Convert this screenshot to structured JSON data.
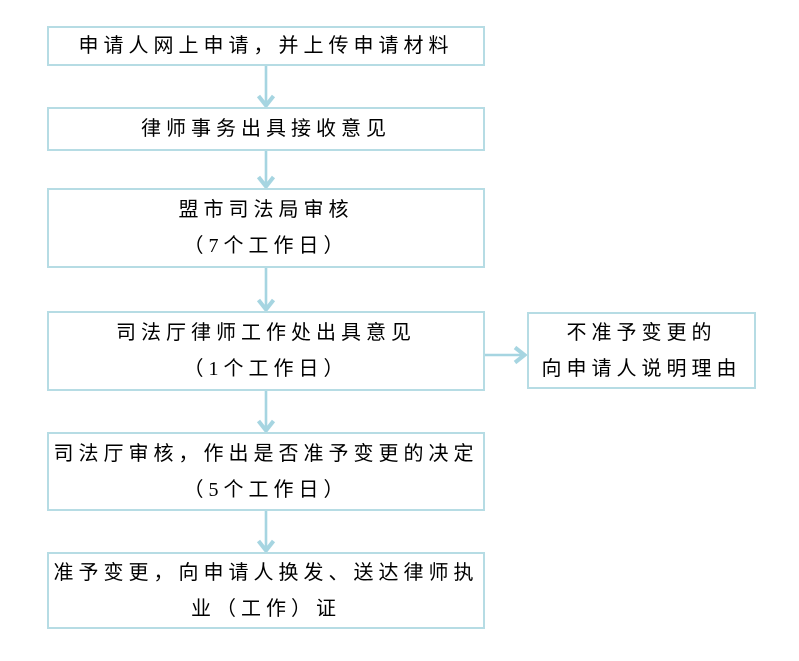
{
  "colors": {
    "box_border": "#b6dce4",
    "arrow": "#a6d5e1",
    "text": "#000000",
    "background": "#ffffff"
  },
  "flowchart": {
    "steps": [
      {
        "lines": [
          "申请人网上申请，并上传申请材料"
        ]
      },
      {
        "lines": [
          "律师事务出具接收意见"
        ]
      },
      {
        "lines": [
          "盟市司法局审核",
          "（7个工作日）"
        ]
      },
      {
        "lines": [
          "司法厅律师工作处出具意见",
          "（1个工作日）"
        ]
      },
      {
        "lines": [
          "司法厅审核，作出是否准予变更的决定",
          "（5个工作日）"
        ]
      },
      {
        "lines": [
          "准予变更，向申请人换发、送达律师执",
          "业（工作）证"
        ]
      }
    ],
    "branch": {
      "lines": [
        "不准予变更的",
        "向申请人说明理由"
      ]
    }
  }
}
